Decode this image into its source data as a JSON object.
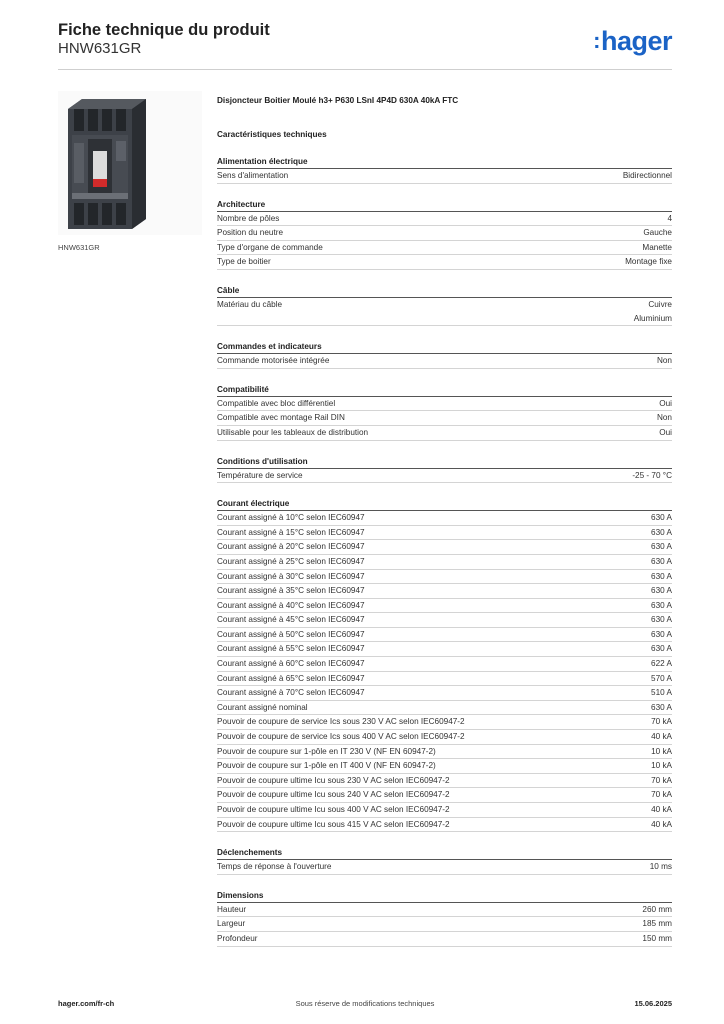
{
  "header": {
    "title": "Fiche technique du produit",
    "reference": "HNW631GR",
    "logo_text": "hager",
    "logo_color": "#1b63c6"
  },
  "image": {
    "caption": "HNW631GR"
  },
  "product_name": "Disjoncteur Boitier Moulé h3+ P630 LSnI 4P4D 630A 40kA FTC",
  "spec_heading": "Caractéristiques techniques",
  "sections": [
    {
      "title": "Alimentation électrique",
      "rows": [
        {
          "label": "Sens d'alimentation",
          "value": [
            "Bidirectionnel"
          ]
        }
      ]
    },
    {
      "title": "Architecture",
      "rows": [
        {
          "label": "Nombre de pôles",
          "value": [
            "4"
          ]
        },
        {
          "label": "Position du neutre",
          "value": [
            "Gauche"
          ]
        },
        {
          "label": "Type d'organe de commande",
          "value": [
            "Manette"
          ]
        },
        {
          "label": "Type de boitier",
          "value": [
            "Montage fixe"
          ]
        }
      ]
    },
    {
      "title": "Câble",
      "rows": [
        {
          "label": "Matériau du câble",
          "value": [
            "Cuivre",
            "Aluminium"
          ]
        }
      ]
    },
    {
      "title": "Commandes et indicateurs",
      "rows": [
        {
          "label": "Commande motorisée intégrée",
          "value": [
            "Non"
          ]
        }
      ]
    },
    {
      "title": "Compatibilité",
      "rows": [
        {
          "label": "Compatible avec bloc différentiel",
          "value": [
            "Oui"
          ]
        },
        {
          "label": "Compatible avec montage Rail DIN",
          "value": [
            "Non"
          ]
        },
        {
          "label": "Utilisable pour les tableaux de distribution",
          "value": [
            "Oui"
          ]
        }
      ]
    },
    {
      "title": "Conditions d'utilisation",
      "rows": [
        {
          "label": "Température de service",
          "value": [
            "-25 - 70 °C"
          ]
        }
      ]
    },
    {
      "title": "Courant électrique",
      "rows": [
        {
          "label": "Courant assigné à 10°C selon IEC60947",
          "value": [
            "630 A"
          ]
        },
        {
          "label": "Courant assigné à 15°C selon IEC60947",
          "value": [
            "630 A"
          ]
        },
        {
          "label": "Courant assigné à 20°C selon IEC60947",
          "value": [
            "630 A"
          ]
        },
        {
          "label": "Courant assigné à 25°C selon IEC60947",
          "value": [
            "630 A"
          ]
        },
        {
          "label": "Courant assigné à 30°C selon IEC60947",
          "value": [
            "630 A"
          ]
        },
        {
          "label": "Courant assigné à 35°C selon IEC60947",
          "value": [
            "630 A"
          ]
        },
        {
          "label": "Courant assigné à 40°C selon IEC60947",
          "value": [
            "630 A"
          ]
        },
        {
          "label": "Courant assigné à 45°C selon IEC60947",
          "value": [
            "630 A"
          ]
        },
        {
          "label": "Courant assigné à 50°C selon IEC60947",
          "value": [
            "630 A"
          ]
        },
        {
          "label": "Courant assigné à 55°C selon IEC60947",
          "value": [
            "630 A"
          ]
        },
        {
          "label": "Courant assigné à 60°C selon IEC60947",
          "value": [
            "622 A"
          ]
        },
        {
          "label": "Courant assigné à 65°C selon IEC60947",
          "value": [
            "570 A"
          ]
        },
        {
          "label": "Courant assigné à 70°C selon IEC60947",
          "value": [
            "510 A"
          ]
        },
        {
          "label": "Courant assigné nominal",
          "value": [
            "630 A"
          ]
        },
        {
          "label": "Pouvoir de coupure de service Ics sous 230 V AC selon IEC60947-2",
          "value": [
            "70 kA"
          ]
        },
        {
          "label": "Pouvoir de coupure de service Ics sous 400 V AC selon IEC60947-2",
          "value": [
            "40 kA"
          ]
        },
        {
          "label": "Pouvoir de coupure sur 1-pôle en IT 230 V (NF EN 60947-2)",
          "value": [
            "10 kA"
          ]
        },
        {
          "label": "Pouvoir de coupure sur 1-pôle en IT 400 V (NF EN 60947-2)",
          "value": [
            "10 kA"
          ]
        },
        {
          "label": "Pouvoir de coupure ultime Icu sous 230 V AC selon IEC60947-2",
          "value": [
            "70 kA"
          ]
        },
        {
          "label": "Pouvoir de coupure ultime Icu sous 240 V AC selon IEC60947-2",
          "value": [
            "70 kA"
          ]
        },
        {
          "label": "Pouvoir de coupure ultime Icu sous 400 V AC selon IEC60947-2",
          "value": [
            "40 kA"
          ]
        },
        {
          "label": "Pouvoir de coupure ultime Icu sous 415 V AC selon IEC60947-2",
          "value": [
            "40 kA"
          ]
        }
      ]
    },
    {
      "title": "Déclenchements",
      "rows": [
        {
          "label": "Temps de réponse à l'ouverture",
          "value": [
            "10 ms"
          ]
        }
      ]
    },
    {
      "title": "Dimensions",
      "rows": [
        {
          "label": "Hauteur",
          "value": [
            "260 mm"
          ]
        },
        {
          "label": "Largeur",
          "value": [
            "185 mm"
          ]
        },
        {
          "label": "Profondeur",
          "value": [
            "150 mm"
          ]
        }
      ]
    }
  ],
  "footer": {
    "website": "hager.com/fr-ch",
    "notice": "Sous réserve de modifications techniques",
    "date": "15.06.2025"
  }
}
